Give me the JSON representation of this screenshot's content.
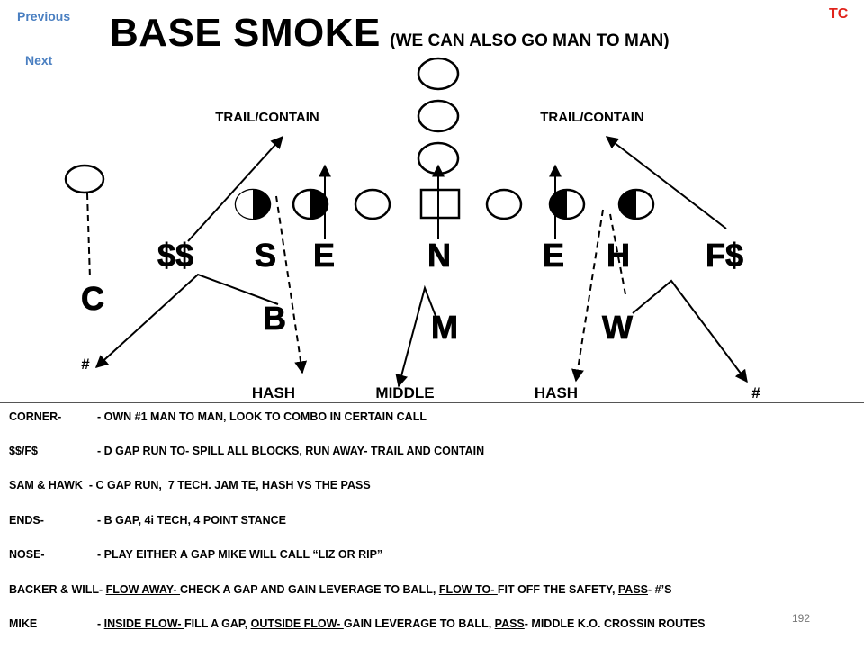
{
  "nav": {
    "previous": "Previous",
    "next": "Next",
    "tc": "TC"
  },
  "title": {
    "main": "BASE SMOKE",
    "sub": "(WE CAN ALSO GO MAN TO MAN)"
  },
  "diagram": {
    "labels": {
      "trail_left": "TRAIL/CONTAIN",
      "trail_right": "TRAIL/CONTAIN",
      "ss": "$$",
      "s": "S",
      "e_left": "E",
      "n": "N",
      "e_right": "E",
      "h": "H",
      "fs": "F$",
      "c": "C",
      "b": "B",
      "m": "M",
      "w": "W",
      "hash_mark_left": "#",
      "hash_left": "HASH",
      "middle": "MIDDLE",
      "hash_right": "HASH",
      "hash_mark_right": "#"
    }
  },
  "notes": [
    {
      "label": "CORNER-",
      "parts": [
        {
          "t": "- OWN #1 MAN TO MAN, LOOK TO COMBO IN CERTAIN CALL"
        }
      ]
    },
    {
      "label": "$$/F$",
      "parts": [
        {
          "t": "- D GAP RUN TO- SPILL ALL BLOCKS, RUN AWAY- TRAIL AND CONTAIN"
        }
      ]
    },
    {
      "label": "",
      "parts": [
        {
          "t": "SAM & HAWK  - C GAP RUN,  7 TECH. JAM TE, HASH VS THE PASS"
        }
      ]
    },
    {
      "label": "ENDS-",
      "parts": [
        {
          "t": "- B GAP, 4i TECH, 4 POINT STANCE"
        }
      ]
    },
    {
      "label": "NOSE-",
      "parts": [
        {
          "t": "- PLAY EITHER A GAP MIKE WILL CALL “LIZ OR RIP”"
        }
      ]
    },
    {
      "label": "",
      "parts": [
        {
          "t": "BACKER & WILL- "
        },
        {
          "t": "FLOW AWAY- ",
          "u": true
        },
        {
          "t": "CHECK A GAP AND GAIN LEVERAGE TO BALL, "
        },
        {
          "t": "FLOW TO- ",
          "u": true
        },
        {
          "t": "FIT OFF THE SAFETY, "
        },
        {
          "t": "PASS",
          "u": true
        },
        {
          "t": "- #’S"
        }
      ]
    },
    {
      "label": "MIKE",
      "parts": [
        {
          "t": "- "
        },
        {
          "t": "INSIDE FLOW- ",
          "u": true
        },
        {
          "t": "FILL A GAP, "
        },
        {
          "t": "OUTSIDE FLOW- ",
          "u": true
        },
        {
          "t": "GAIN LEVERAGE TO BALL, "
        },
        {
          "t": "PASS",
          "u": true
        },
        {
          "t": "- MIDDLE K.O. CROSSIN ROUTES"
        }
      ]
    }
  ],
  "page_number": "192"
}
